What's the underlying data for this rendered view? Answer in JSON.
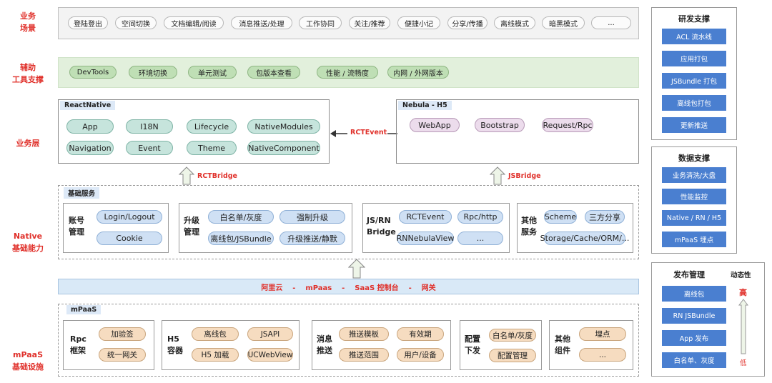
{
  "rows": {
    "business_scenarios": "业务\n场景",
    "aux_tools": "辅助\n工具支撑",
    "business_layer": "业务层",
    "native": "Native\n基础能力",
    "mpaas": "mPaaS\n基础设施"
  },
  "scenarios": [
    "登陆登出",
    "空间切换",
    "文档编辑/阅读",
    "消息推送/处理",
    "工作协同",
    "关注/推荐",
    "便捷小记",
    "分享/传播",
    "离线模式",
    "暗黑模式",
    "..."
  ],
  "tools": [
    "DevTools",
    "环境切换",
    "单元测试",
    "包版本查看",
    "性能 / 流畅度",
    "内网 / 外网版本"
  ],
  "react_native": {
    "title": "ReactNative",
    "items": [
      "App",
      "I18N",
      "Lifecycle",
      "NativeModules",
      "Navigation",
      "Event",
      "Theme",
      "NativeComponent"
    ]
  },
  "rct_event": "RCTEvent",
  "nebula": {
    "title": "Nebula - H5",
    "items": [
      "WebApp",
      "Bootstrap",
      "Request/Rpc"
    ]
  },
  "rct_bridge": "RCTBridge",
  "js_bridge": "JSBridge",
  "basic_services": {
    "title": "基础服务",
    "account": {
      "label": "账号\n管理",
      "items": [
        "Login/Logout",
        "Cookie"
      ]
    },
    "upgrade": {
      "label": "升级\n管理",
      "items": [
        "白名单/灰度",
        "强制升级",
        "离线包/JSBundle",
        "升级推送/静默"
      ]
    },
    "jsrn": {
      "label": "JS/RN\nBridge",
      "items": [
        "RCTEvent",
        "Rpc/http",
        "RNNebulaView",
        "..."
      ]
    },
    "other": {
      "label": "其他\n服务",
      "items": [
        "Scheme",
        "三方分享",
        "Storage/Cache/ORM/..."
      ]
    }
  },
  "cloud_bar": "阿里云    -    mPaas    -    SaaS 控制台    -    网关",
  "mpaas": {
    "title": "mPaaS",
    "rpc": {
      "label": "Rpc\n框架",
      "items": [
        "加验签",
        "统一网关"
      ]
    },
    "h5": {
      "label": "H5\n容器",
      "items": [
        "离线包",
        "JSAPI",
        "H5 加载",
        "UCWebView"
      ]
    },
    "push": {
      "label": "消息\n推送",
      "items": [
        "推送模板",
        "有效期",
        "推送范围",
        "用户/设备"
      ]
    },
    "config": {
      "label": "配置\n下发",
      "items": [
        "白名单/灰度",
        "配置管理"
      ]
    },
    "other": {
      "label": "其他\n组件",
      "items": [
        "埋点",
        "..."
      ]
    }
  },
  "dev_support": {
    "title": "研发支撑",
    "items": [
      "ACL 流水线",
      "应用打包",
      "JSBundle 打包",
      "离线包打包",
      "更新推送"
    ]
  },
  "data_support": {
    "title": "数据支撑",
    "items": [
      "业务清洗/大盘",
      "性能监控",
      "Native / RN / H5",
      "mPaaS 埋点"
    ]
  },
  "release": {
    "title": "发布管理",
    "dynamic_label": "动态性",
    "high": "高",
    "low": "低",
    "items": [
      "离线包",
      "RN JSBundle",
      "App 发布",
      "白名单、灰度"
    ]
  },
  "colors": {
    "accent_red": "#e0302a",
    "blue_button": "#4a7fd0",
    "tools_green": "#e2f0dc"
  }
}
